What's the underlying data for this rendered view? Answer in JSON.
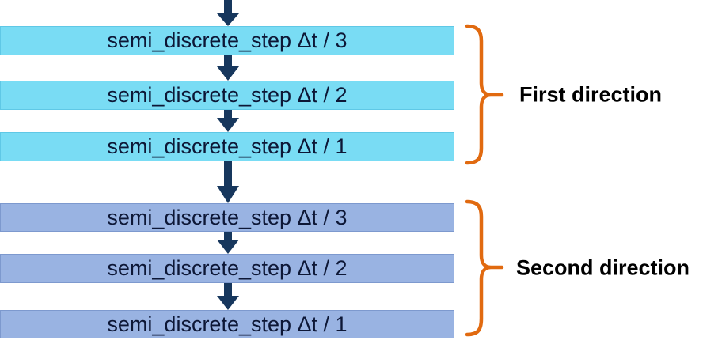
{
  "diagram": {
    "incoming_arrow": "down-arrow",
    "groups": [
      {
        "label": "First direction",
        "steps": [
          "semi_discrete_step Δt / 3",
          "semi_discrete_step Δt / 2",
          "semi_discrete_step Δt / 1"
        ]
      },
      {
        "label": "Second direction",
        "steps": [
          "semi_discrete_step Δt / 3",
          "semi_discrete_step Δt / 2",
          "semi_discrete_step Δt / 1"
        ]
      }
    ],
    "colors": {
      "background": "#FFFFFF",
      "first_group_fill": "#79DCF4",
      "first_group_border": "#5FC8E6",
      "second_group_fill": "#99B3E2",
      "second_group_border": "#7D99CE",
      "arrow": "#17375D",
      "brace": "#E16A10",
      "step_text": "#0D1736",
      "label_text": "#000000"
    }
  }
}
